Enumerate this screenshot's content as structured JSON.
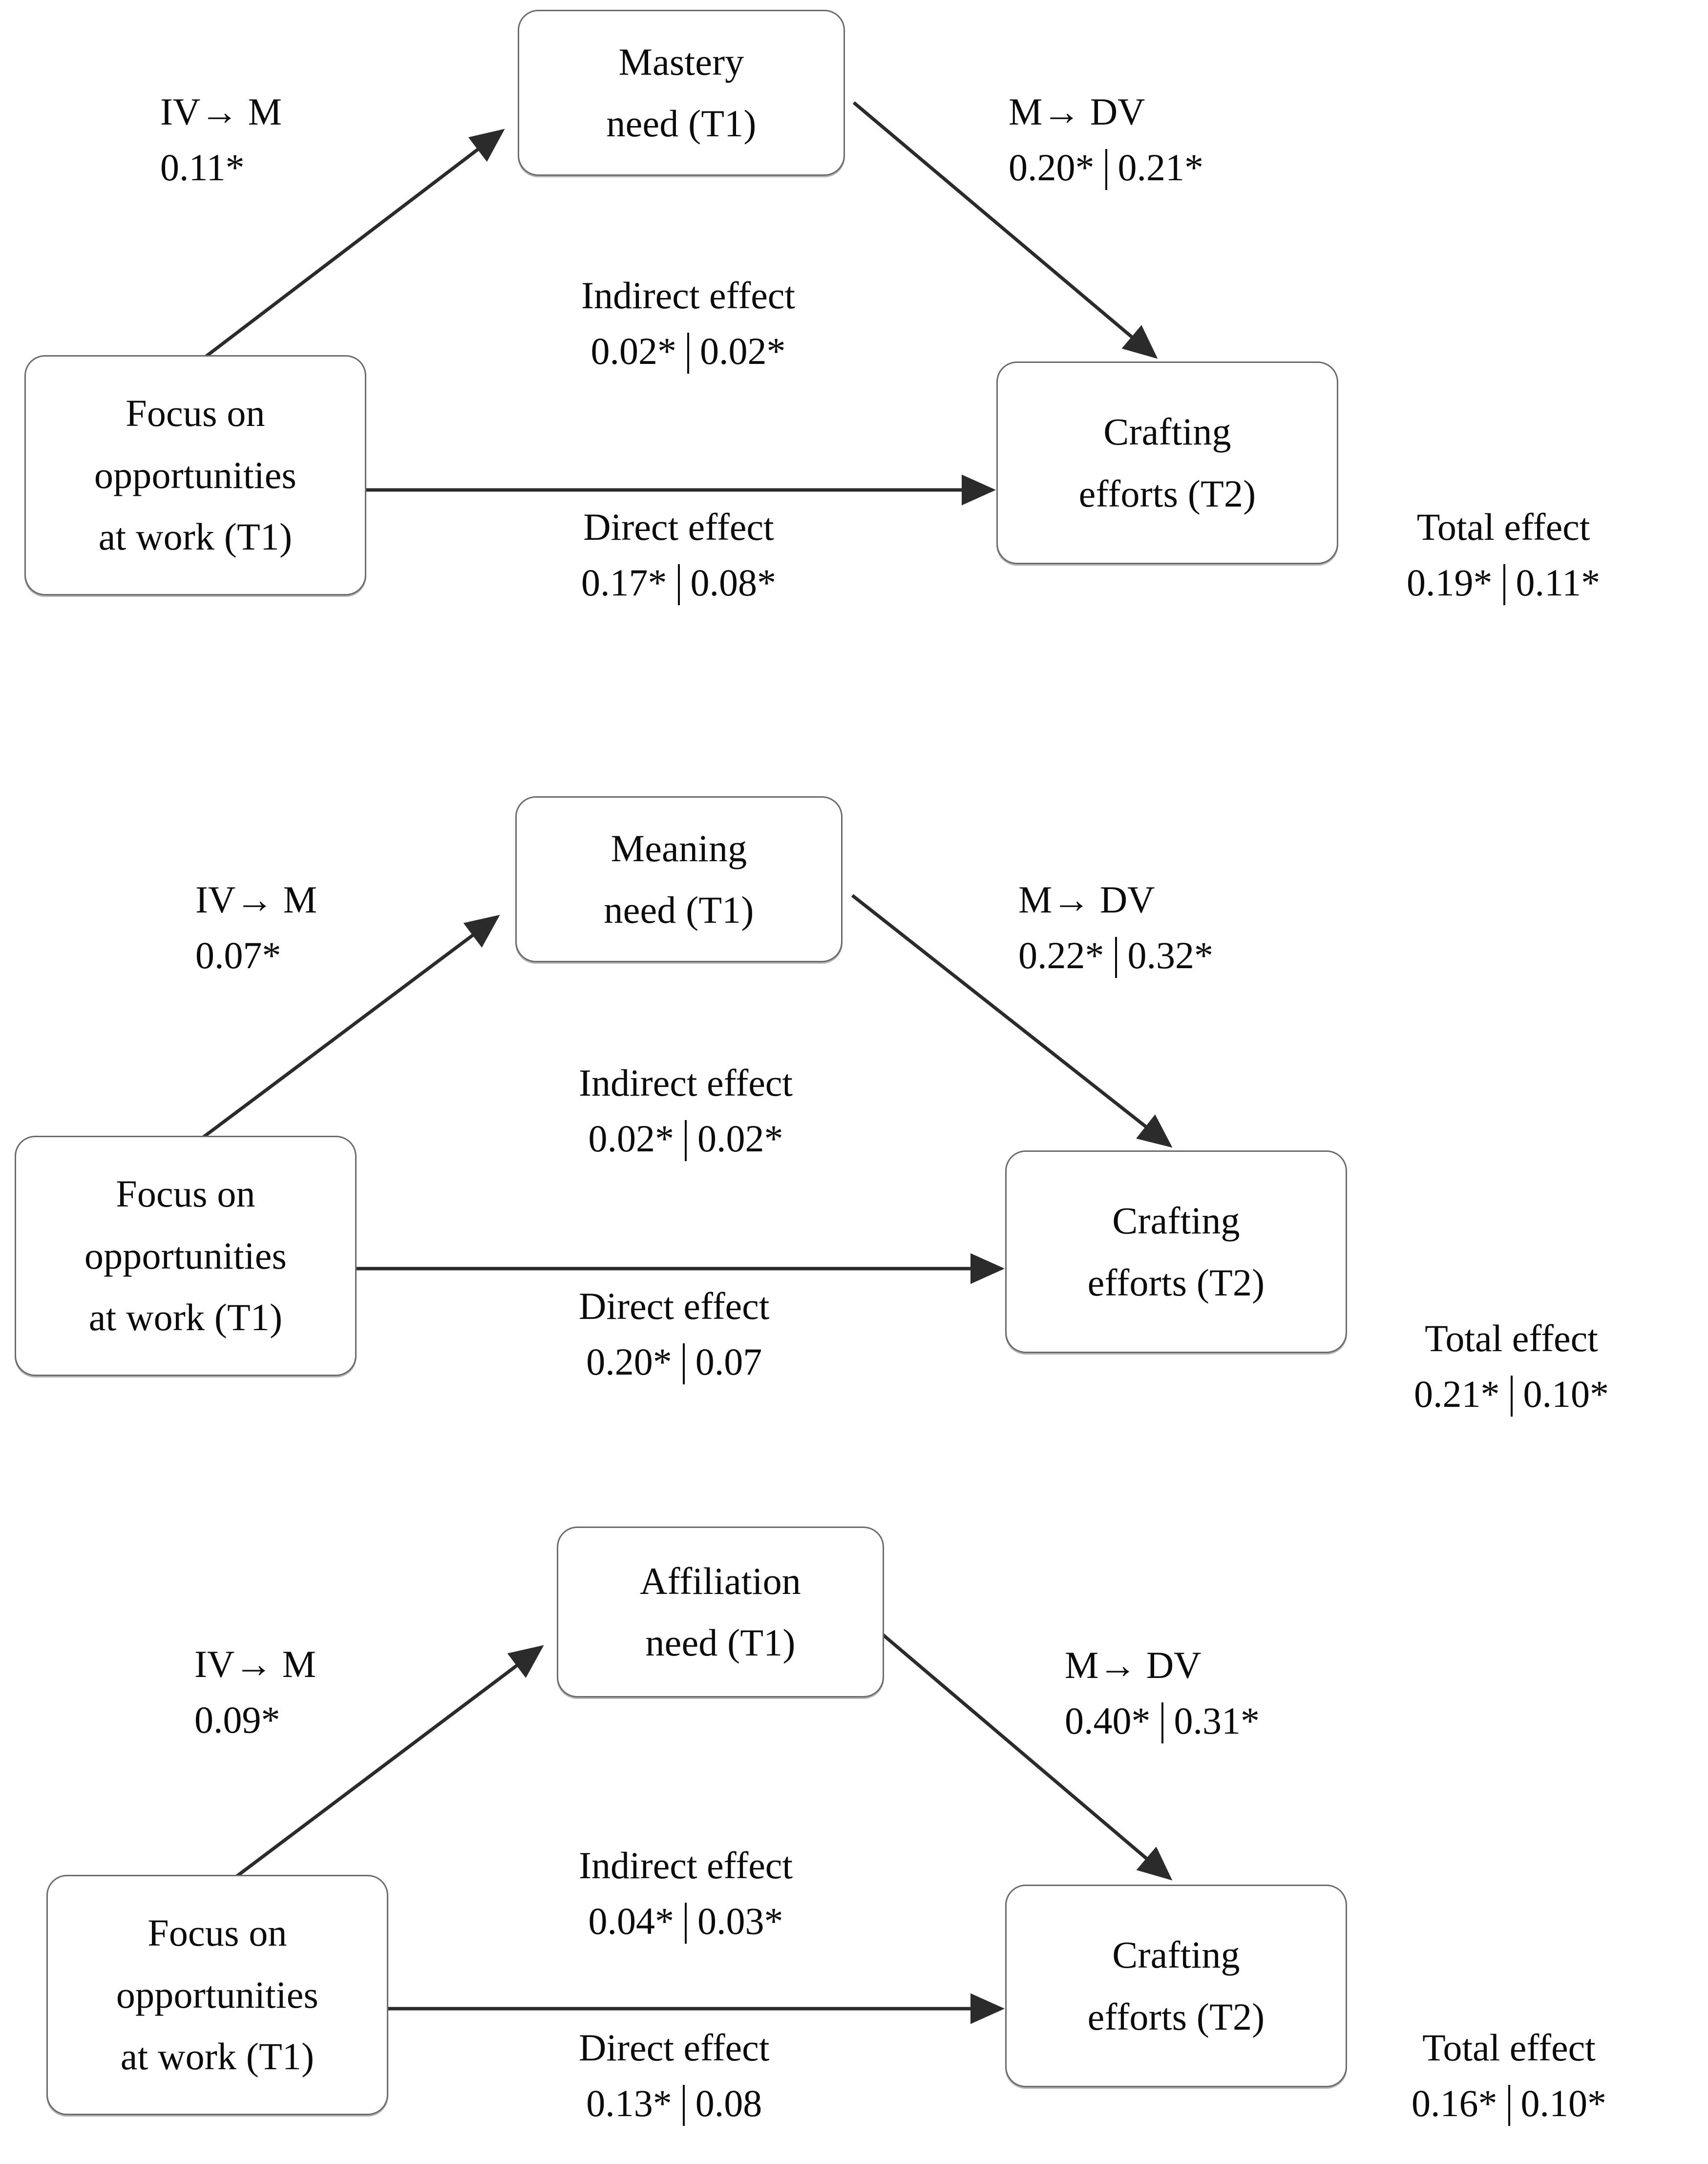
{
  "figure": {
    "type": "mediation-path-diagram",
    "notation": {
      "iv_to_m": "IV→ M",
      "m_to_dv": "M→ DV",
      "indirect": "Indirect effect",
      "direct": "Direct effect",
      "total": "Total effect",
      "separator": "|"
    },
    "shared_nodes": {
      "iv_line1": "Focus on",
      "iv_line2": "opportunities",
      "iv_line3": "at work (T1)",
      "dv_line1": "Crafting",
      "dv_line2": "efforts (T2)"
    }
  },
  "panels": [
    {
      "id": "panel-mastery",
      "mediator": {
        "line1": "Mastery",
        "line2": "need (T1)"
      },
      "iv": {
        "line1": "Focus on",
        "line2": "opportunities",
        "line3": "at work (T1)"
      },
      "dv": {
        "line1": "Crafting",
        "line2": "efforts (T2)"
      },
      "paths": {
        "iv_to_m": {
          "caption": "IV→ M",
          "value1": "0.11*",
          "value2": ""
        },
        "m_to_dv": {
          "caption": "M→ DV",
          "value1": "0.20*",
          "value2": "0.21*"
        },
        "indirect": {
          "caption": "Indirect effect",
          "value1": "0.02*",
          "value2": "0.02*"
        },
        "direct": {
          "caption": "Direct effect",
          "value1": "0.17*",
          "value2": "0.08*"
        },
        "total": {
          "caption": "Total effect",
          "value1": "0.19*",
          "value2": "0.11*"
        }
      }
    },
    {
      "id": "panel-meaning",
      "mediator": {
        "line1": "Meaning",
        "line2": "need (T1)"
      },
      "iv": {
        "line1": "Focus on",
        "line2": "opportunities",
        "line3": "at work (T1)"
      },
      "dv": {
        "line1": "Crafting",
        "line2": "efforts (T2)"
      },
      "paths": {
        "iv_to_m": {
          "caption": "IV→ M",
          "value1": "0.07*",
          "value2": ""
        },
        "m_to_dv": {
          "caption": "M→ DV",
          "value1": "0.22*",
          "value2": "0.32*"
        },
        "indirect": {
          "caption": "Indirect effect",
          "value1": "0.02*",
          "value2": "0.02*"
        },
        "direct": {
          "caption": "Direct effect",
          "value1": "0.20*",
          "value2": "0.07"
        },
        "total": {
          "caption": "Total effect",
          "value1": "0.21*",
          "value2": "0.10*"
        }
      }
    },
    {
      "id": "panel-affiliation",
      "mediator": {
        "line1": "Affiliation",
        "line2": "need (T1)"
      },
      "iv": {
        "line1": "Focus on",
        "line2": "opportunities",
        "line3": "at work (T1)"
      },
      "dv": {
        "line1": "Crafting",
        "line2": "efforts (T2)"
      },
      "paths": {
        "iv_to_m": {
          "caption": "IV→ M",
          "value1": "0.09*",
          "value2": ""
        },
        "m_to_dv": {
          "caption": "M→ DV",
          "value1": "0.40*",
          "value2": "0.31*"
        },
        "indirect": {
          "caption": "Indirect effect",
          "value1": "0.04*",
          "value2": "0.03*"
        },
        "direct": {
          "caption": "Direct effect",
          "value1": "0.13*",
          "value2": "0.08"
        },
        "total": {
          "caption": "Total effect",
          "value1": "0.16*",
          "value2": "0.10*"
        }
      }
    }
  ],
  "colors": {
    "box_stroke": "#6b6b6b",
    "arrow_stroke": "#2b2b2b",
    "text": "#0b0b0b",
    "background": "#ffffff"
  }
}
